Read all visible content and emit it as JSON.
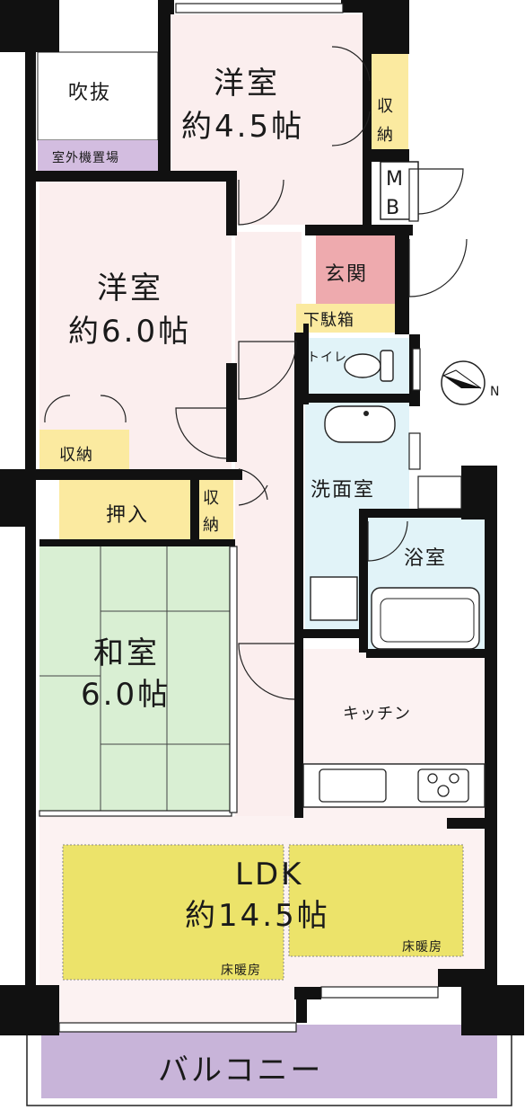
{
  "rooms": {
    "western1": {
      "name": "洋室",
      "size": "約4.5帖"
    },
    "western2": {
      "name": "洋室",
      "size": "約6.0帖"
    },
    "japanese": {
      "name": "和室",
      "size": "6.0帖"
    },
    "ldk": {
      "name": "LDK",
      "size": "約14.5帖"
    },
    "fukinuke": "吹抜",
    "outdoor_unit": "室外機置場",
    "storage": "収納",
    "oshiire": "押入",
    "mb_m": "M",
    "mb_b": "B",
    "entrance": "玄関",
    "shoe_box": "下駄箱",
    "toilet": "トイレ",
    "washroom": "洗面室",
    "bath": "浴室",
    "kitchen": "キッチン",
    "balcony": "バルコニー",
    "floor_heating": "床暖房"
  },
  "compass": {
    "north_label": "N"
  },
  "colors": {
    "western": "#fbeeee",
    "japanese": "#d9efd3",
    "ldk": "#fcf2f2",
    "floor_heating": "#ece36a",
    "storage": "#fbeaa0",
    "entrance": "#eeaaae",
    "wet_area": "#e1f3f8",
    "outdoor_unit": "#d3bde0",
    "balcony": "#c8b4d9",
    "wall": "#111111"
  }
}
